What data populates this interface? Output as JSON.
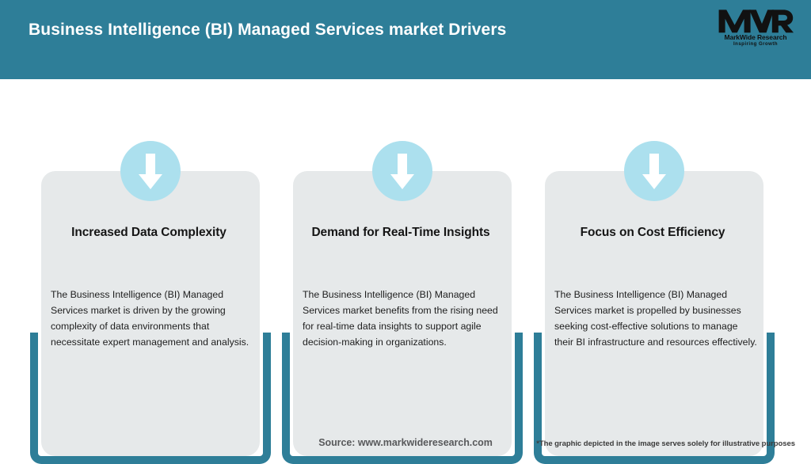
{
  "header": {
    "title": "Business Intelligence (BI) Managed Services market Drivers",
    "background_color": "#2e7e98",
    "title_color": "#ffffff"
  },
  "logo": {
    "mark": "MWR",
    "name": "MarkWide Research",
    "tagline": "Inspiring Growth"
  },
  "theme": {
    "accent_teal": "#2e7e98",
    "icon_circle_blue": "#ace0ee",
    "card_background": "#e6e9ea",
    "page_background": "#ffffff"
  },
  "cards": [
    {
      "icon": "down-arrow-icon",
      "title": "Increased Data Complexity",
      "body": "The Business Intelligence (BI) Managed Services market is driven by the growing complexity of data environments that necessitate expert management and analysis."
    },
    {
      "icon": "down-arrow-icon",
      "title": "Demand for Real-Time Insights",
      "body": "The Business Intelligence (BI) Managed Services market benefits from the rising need for real-time data insights to support agile decision-making in organizations."
    },
    {
      "icon": "down-arrow-icon",
      "title": "Focus on Cost Efficiency",
      "body": "The Business Intelligence (BI) Managed Services market is propelled by businesses seeking cost-effective solutions to manage their BI infrastructure and resources effectively."
    }
  ],
  "footer": {
    "source": "Source: www.markwideresearch.com",
    "disclaimer": "*The graphic depicted in the image serves solely for illustrative purposes"
  }
}
